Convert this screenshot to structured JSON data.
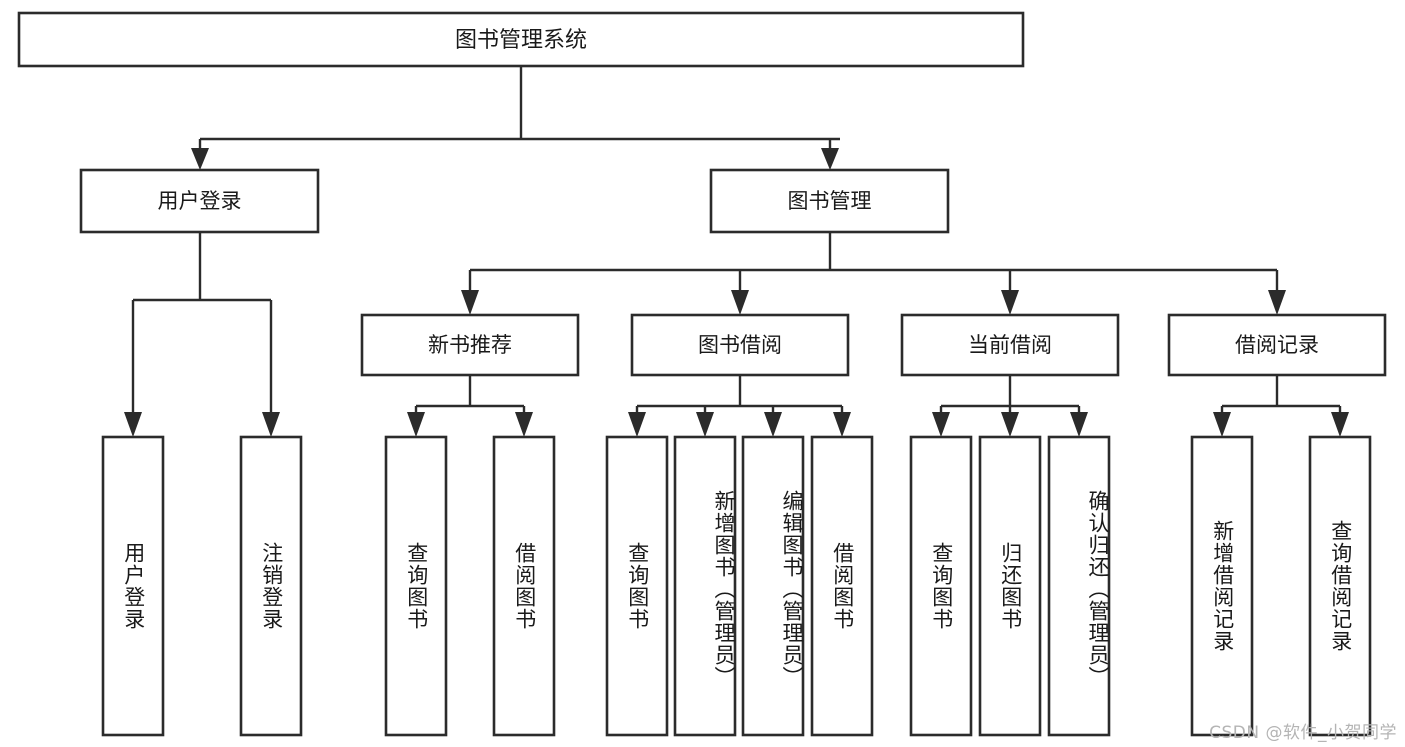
{
  "diagram": {
    "type": "tree-hierarchy",
    "title": "图书管理系统",
    "watermark": "CSDN @软件_小贺同学",
    "colors": {
      "stroke": "#2b2b2b",
      "fill": "#ffffff",
      "text": "#1a1a1a",
      "watermark": "#b4b4b4",
      "background": "#ffffff"
    },
    "root": {
      "label": "图书管理系统",
      "orientation": "horizontal"
    },
    "level2": [
      {
        "label": "用户登录",
        "orientation": "horizontal"
      },
      {
        "label": "图书管理",
        "orientation": "horizontal"
      }
    ],
    "level3": [
      {
        "label": "新书推荐",
        "orientation": "horizontal"
      },
      {
        "label": "图书借阅",
        "orientation": "horizontal"
      },
      {
        "label": "当前借阅",
        "orientation": "horizontal"
      },
      {
        "label": "借阅记录",
        "orientation": "horizontal"
      }
    ],
    "leaves": {
      "user_login": [
        {
          "label": "用户登录",
          "orientation": "vertical"
        },
        {
          "label": "注销登录",
          "orientation": "vertical"
        }
      ],
      "new_book_recommend": [
        {
          "label": "查询图书",
          "orientation": "vertical"
        },
        {
          "label": "借阅图书",
          "orientation": "vertical"
        }
      ],
      "book_borrow": [
        {
          "label": "查询图书",
          "orientation": "vertical"
        },
        {
          "label": "新增图书（管理员）",
          "orientation": "vertical"
        },
        {
          "label": "编辑图书（管理员）",
          "orientation": "vertical"
        },
        {
          "label": "借阅图书",
          "orientation": "vertical"
        }
      ],
      "current_borrow": [
        {
          "label": "查询图书",
          "orientation": "vertical"
        },
        {
          "label": "归还图书",
          "orientation": "vertical"
        },
        {
          "label": "确认归还（管理员）",
          "orientation": "vertical"
        }
      ],
      "borrow_record": [
        {
          "label": "新增借阅记录",
          "orientation": "vertical"
        },
        {
          "label": "查询借阅记录",
          "orientation": "vertical"
        }
      ]
    },
    "edges": [
      {
        "from": "图书管理系统",
        "to": "用户登录"
      },
      {
        "from": "图书管理系统",
        "to": "图书管理"
      },
      {
        "from": "用户登录",
        "to": "用户登录"
      },
      {
        "from": "用户登录",
        "to": "注销登录"
      },
      {
        "from": "图书管理",
        "to": "新书推荐"
      },
      {
        "from": "图书管理",
        "to": "图书借阅"
      },
      {
        "from": "图书管理",
        "to": "当前借阅"
      },
      {
        "from": "图书管理",
        "to": "借阅记录"
      },
      {
        "from": "新书推荐",
        "to": "查询图书"
      },
      {
        "from": "新书推荐",
        "to": "借阅图书"
      },
      {
        "from": "图书借阅",
        "to": "查询图书"
      },
      {
        "from": "图书借阅",
        "to": "新增图书（管理员）"
      },
      {
        "from": "图书借阅",
        "to": "编辑图书（管理员）"
      },
      {
        "from": "图书借阅",
        "to": "借阅图书"
      },
      {
        "from": "当前借阅",
        "to": "查询图书"
      },
      {
        "from": "当前借阅",
        "to": "归还图书"
      },
      {
        "from": "当前借阅",
        "to": "确认归还（管理员）"
      },
      {
        "from": "借阅记录",
        "to": "新增借阅记录"
      },
      {
        "from": "借阅记录",
        "to": "查询借阅记录"
      }
    ]
  }
}
